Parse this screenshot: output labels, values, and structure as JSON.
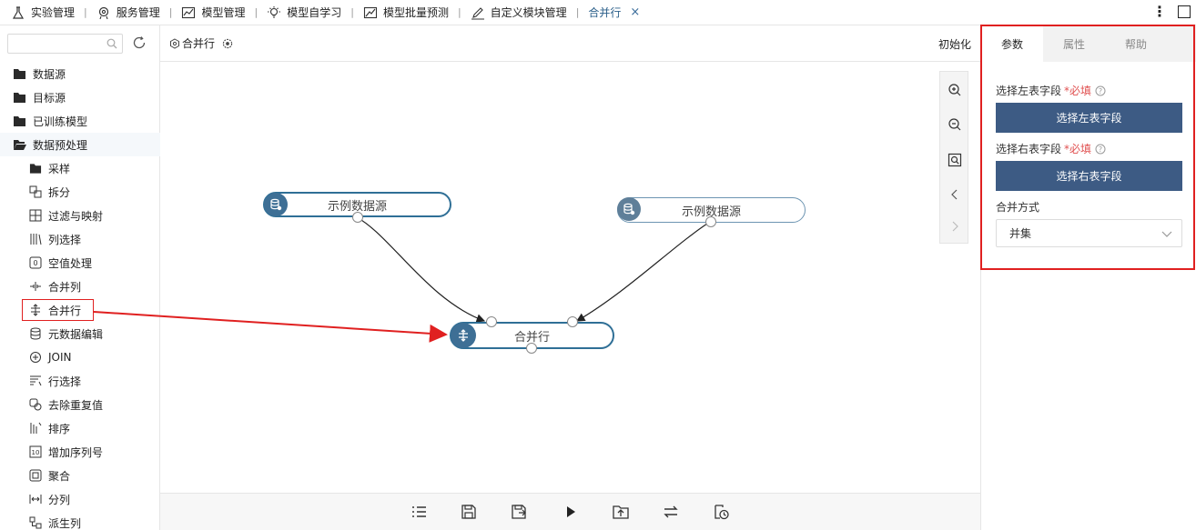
{
  "topnav": {
    "items": [
      {
        "label": "实验管理",
        "icon": "flask-icon"
      },
      {
        "label": "服务管理",
        "icon": "gear-sparkle-icon"
      },
      {
        "label": "模型管理",
        "icon": "line-chart-icon"
      },
      {
        "label": "模型自学习",
        "icon": "bulb-icon"
      },
      {
        "label": "模型批量预测",
        "icon": "trend-icon"
      },
      {
        "label": "自定义模块管理",
        "icon": "edit-icon"
      }
    ],
    "active_tab": "合并行",
    "close": "×",
    "separator": "|"
  },
  "sidebar": {
    "search_placeholder": "",
    "tree": [
      {
        "label": "数据源",
        "icon": "folder-icon"
      },
      {
        "label": "目标源",
        "icon": "folder-icon"
      },
      {
        "label": "已训练模型",
        "icon": "folder-icon"
      },
      {
        "label": "数据预处理",
        "icon": "folder-open-icon"
      }
    ],
    "children": [
      {
        "label": "采样",
        "icon": "folder-icon"
      },
      {
        "label": "拆分",
        "icon": "split-icon"
      },
      {
        "label": "过滤与映射",
        "icon": "filter-map-icon"
      },
      {
        "label": "列选择",
        "icon": "column-select-icon"
      },
      {
        "label": "空值处理",
        "icon": "null-handle-icon"
      },
      {
        "label": "合并列",
        "icon": "merge-column-icon"
      },
      {
        "label": "合并行",
        "icon": "merge-row-icon"
      },
      {
        "label": "元数据编辑",
        "icon": "database-icon"
      },
      {
        "label": "JOIN",
        "icon": "join-icon"
      },
      {
        "label": "行选择",
        "icon": "row-select-icon"
      },
      {
        "label": "去除重复值",
        "icon": "dedupe-icon"
      },
      {
        "label": "排序",
        "icon": "sort-icon"
      },
      {
        "label": "增加序列号",
        "icon": "serial-icon"
      },
      {
        "label": "聚合",
        "icon": "aggregate-icon"
      },
      {
        "label": "分列",
        "icon": "split-column-icon"
      },
      {
        "label": "派生列",
        "icon": "derive-column-icon"
      }
    ]
  },
  "canvas": {
    "flow_name": "合并行",
    "init_label": "初始化",
    "nodes": [
      {
        "label": "示例数据源"
      },
      {
        "label": "示例数据源"
      },
      {
        "label": "合并行"
      }
    ]
  },
  "right_panel": {
    "tabs": [
      "参数",
      "属性",
      "帮助"
    ],
    "active_tab": "参数",
    "left_field_label": "选择左表字段",
    "right_field_label": "选择右表字段",
    "required_mark": "*必填",
    "left_button": "选择左表字段",
    "right_button": "选择右表字段",
    "merge_label": "合并方式",
    "merge_value": "并集"
  },
  "colors": {
    "accent": "#3d5b84",
    "node_border": "#2f6f96",
    "annotation": "#e02020"
  }
}
